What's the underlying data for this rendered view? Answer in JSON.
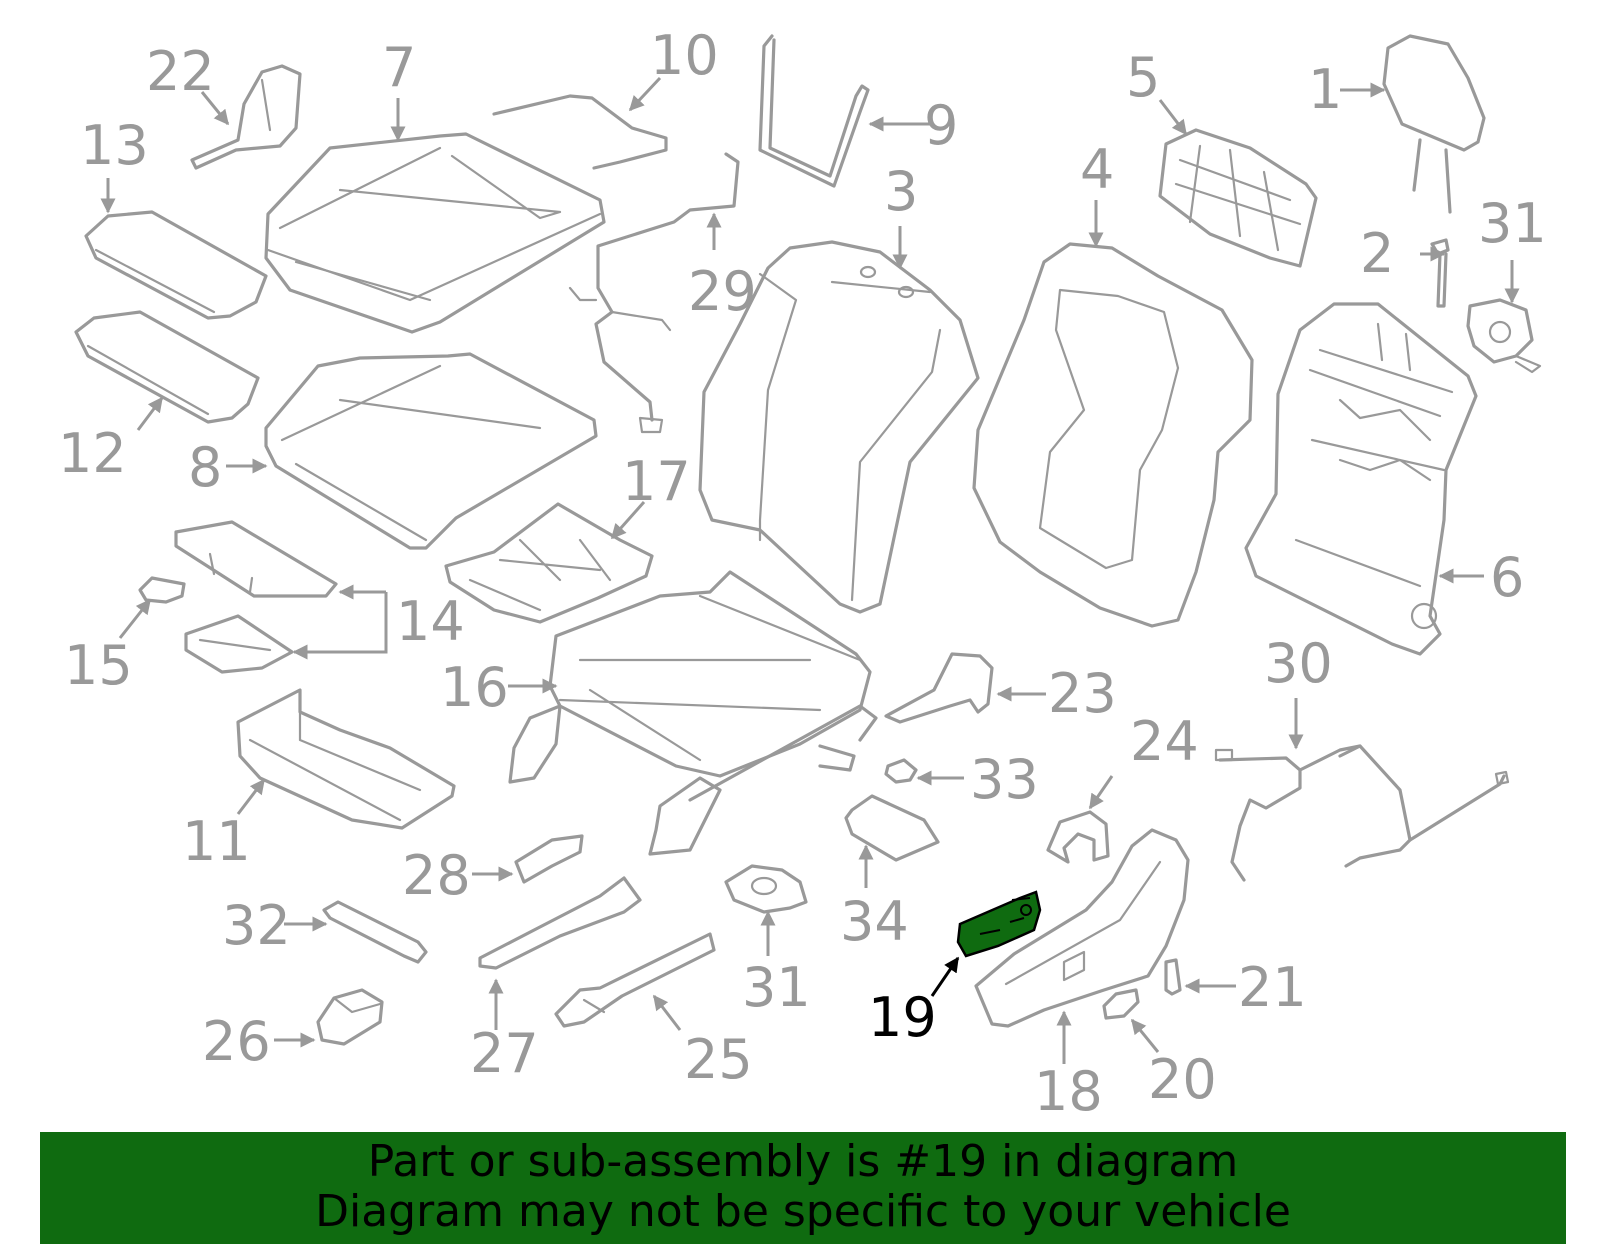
{
  "colors": {
    "line": "#999999",
    "highlight_fill": "#0f6b10",
    "banner_background": "#0f6b10",
    "banner_text": "#000000",
    "highlight_label": "#000000"
  },
  "callouts": {
    "p1": "1",
    "p2": "2",
    "p3": "3",
    "p4": "4",
    "p5": "5",
    "p6": "6",
    "p7": "7",
    "p8": "8",
    "p9": "9",
    "p10": "10",
    "p11": "11",
    "p12": "12",
    "p13": "13",
    "p14": "14",
    "p15": "15",
    "p16": "16",
    "p17": "17",
    "p18": "18",
    "p19": "19",
    "p20": "20",
    "p21": "21",
    "p22": "22",
    "p23": "23",
    "p24": "24",
    "p25": "25",
    "p26": "26",
    "p27": "27",
    "p28": "28",
    "p29": "29",
    "p30": "30",
    "p31": "31",
    "p32": "32",
    "p33": "33",
    "p34": "34"
  },
  "highlighted_part": "19",
  "banner": {
    "line1": "Part or sub-assembly is #19 in diagram",
    "line2": "Diagram may not be specific to your vehicle"
  }
}
